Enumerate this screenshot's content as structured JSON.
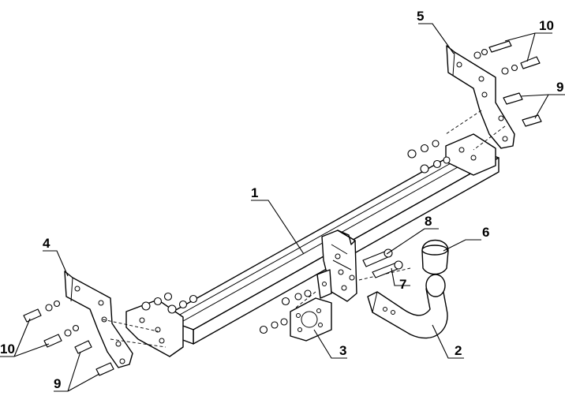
{
  "labels": {
    "part_1": "1",
    "part_2": "2",
    "part_3": "3",
    "part_4": "4",
    "part_5": "5",
    "part_6": "6",
    "part_7": "7",
    "part_8": "8",
    "part_9_right": "9",
    "part_9_left": "9",
    "part_10_right": "10",
    "part_10_left": "10"
  }
}
